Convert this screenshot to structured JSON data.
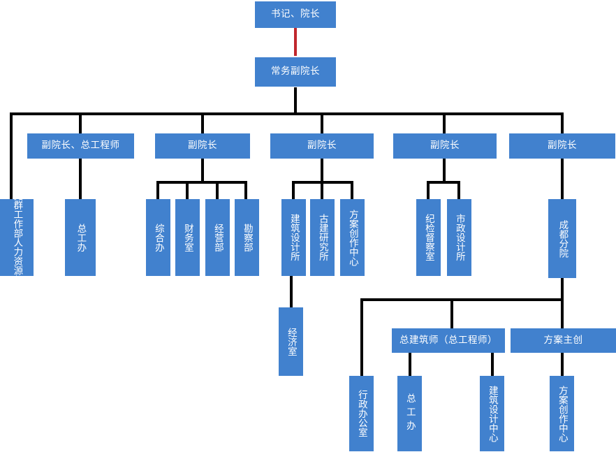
{
  "chart_meta": {
    "type": "org-chart",
    "title": "组织架构图",
    "node_color": "#4181CE",
    "connector_color": "#000000",
    "highlight_connector_color": "#C0272D",
    "text_color": "#FFFFFF",
    "background": "#FFFFFF"
  },
  "nodes": {
    "n1": "书记、院长",
    "n2": "常务副院长",
    "n3": "副院长、总工程师",
    "n4": "副院长",
    "n5": "副院长",
    "n6": "副院长",
    "n7": "副院长",
    "n8a": "人力资源部",
    "n8b": "党群工作部",
    "n9": "总工办",
    "n10": "综合办",
    "n11": "财务室",
    "n12": "经营部",
    "n13": "勘察部",
    "n14": "建筑设计所",
    "n15": "古建研究所",
    "n16": "方案创作中心",
    "n17": "纪检督察室",
    "n18": "市政设计所",
    "n19": "成都分院",
    "n20": "经济室",
    "n21": "总建筑师（总工程师）",
    "n22": "方案主创",
    "n23": "行政办公室",
    "n24": "总工办",
    "n25": "建筑设计中心",
    "n26": "方案创作中心"
  }
}
